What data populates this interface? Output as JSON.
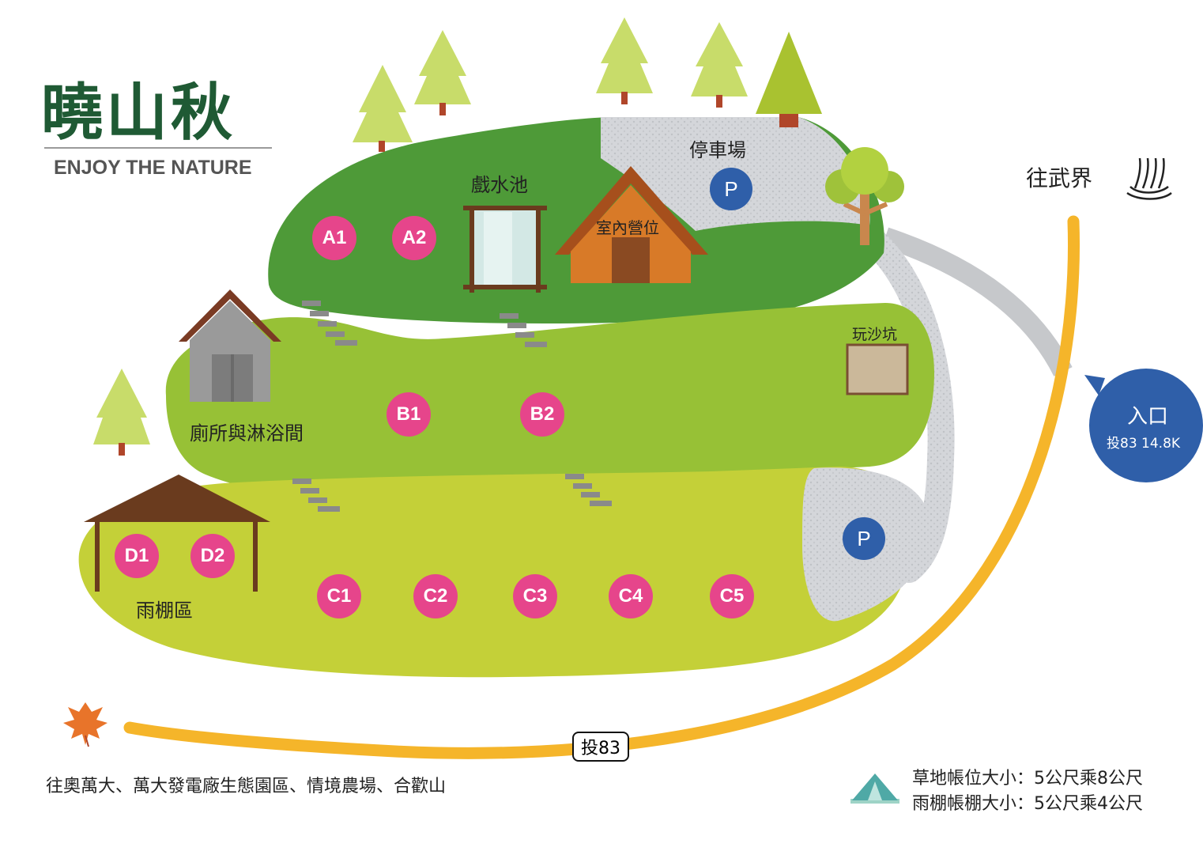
{
  "brand": {
    "title": "曉山秋",
    "subtitle": "ENJOY THE NATURE"
  },
  "labels": {
    "parking": "停車場",
    "pool": "戲水池",
    "indoor": "室內營位",
    "toilet": "廁所與淋浴間",
    "sandpit": "玩沙坑",
    "shelter": "雨棚區",
    "to_wujie": "往武界",
    "entrance": "入口",
    "entrance_km": "投83 14.8K",
    "road": "投83",
    "bottom_dest": "往奧萬大、萬大發電廠生態園區、情境農場、合歡山",
    "parking_mark": "P"
  },
  "sizes": {
    "grass": "草地帳位大小：5公尺乘8公尺",
    "shelter": "雨棚帳棚大小：5公尺乘4公尺"
  },
  "sites": {
    "a1": "A1",
    "a2": "A2",
    "b1": "B1",
    "b2": "B2",
    "c1": "C1",
    "c2": "C2",
    "c3": "C3",
    "c4": "C4",
    "c5": "C5",
    "d1": "D1",
    "d2": "D2"
  },
  "colors": {
    "terrace_top": "#4e9a38",
    "terrace_mid": "#97c136",
    "terrace_low": "#c4d038",
    "gravel": "#d7d9dc",
    "site_marker": "#e6458b",
    "parking_marker": "#2f5fa9",
    "road": "#f5b52a",
    "brand": "#1f5a34"
  }
}
